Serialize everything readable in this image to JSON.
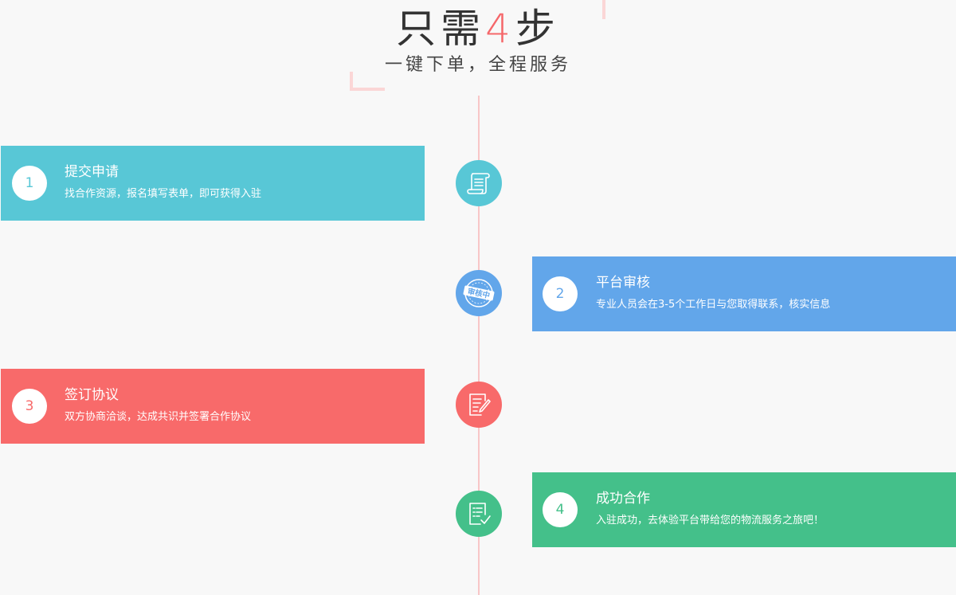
{
  "header": {
    "title_prefix": "只需",
    "title_number": "4",
    "title_suffix": "步",
    "subtitle": "一键下单，全程服务"
  },
  "colors": {
    "step1": "#58c7d6",
    "step2": "#62a6ea",
    "step3": "#f86a6a",
    "step4": "#44c08a",
    "accent": "#f5676a",
    "line": "#f8c6c7"
  },
  "steps": [
    {
      "number": "1",
      "title": "提交申请",
      "desc": "找合作资源，报名填写表单，即可获得入驻",
      "icon": "document-scroll-icon"
    },
    {
      "number": "2",
      "title": "平台审核",
      "desc": "专业人员会在3-5个工作日与您取得联系，核实信息",
      "icon": "review-stamp-icon",
      "stamp_text": "审核中"
    },
    {
      "number": "3",
      "title": "签订协议",
      "desc": "双方协商洽谈，达成共识并签署合作协议",
      "icon": "sign-contract-icon"
    },
    {
      "number": "4",
      "title": "成功合作",
      "desc": "入驻成功，去体验平台带给您的物流服务之旅吧！",
      "icon": "checklist-icon"
    }
  ]
}
